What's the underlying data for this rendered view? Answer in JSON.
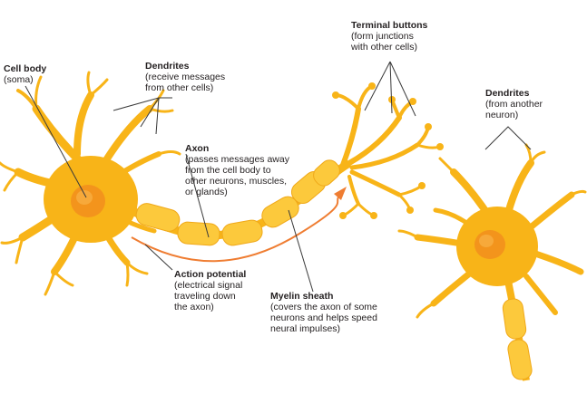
{
  "labels": {
    "cell_body": {
      "title": "Cell body",
      "desc": [
        "(soma)"
      ]
    },
    "dendrites_1": {
      "title": "Dendrites",
      "desc": [
        "(receive messages",
        "from other cells)"
      ]
    },
    "axon": {
      "title": "Axon",
      "desc": [
        "(passes messages away",
        "from the cell body to",
        "other neurons, muscles,",
        "or glands)"
      ]
    },
    "terminal_buttons": {
      "title": "Terminal buttons",
      "desc": [
        "(form junctions",
        "with other cells)"
      ]
    },
    "dendrites_2": {
      "title": "Dendrites",
      "desc": [
        "(from another",
        "neuron)"
      ]
    },
    "action_potential": {
      "title": "Action potential",
      "desc": [
        "(electrical signal",
        "traveling down",
        "the axon)"
      ]
    },
    "myelin_sheath": {
      "title": "Myelin sheath",
      "desc": [
        "(covers the axon of some",
        "neurons and helps speed",
        "neural impulses)"
      ]
    }
  },
  "colors": {
    "neuron": "#f8b418",
    "neuron_light": "#fdd45a",
    "nucleus": "#f3941c",
    "myelin": "#fcc93c",
    "arrow": "#ef7d32",
    "line": "#3a3a3a"
  }
}
